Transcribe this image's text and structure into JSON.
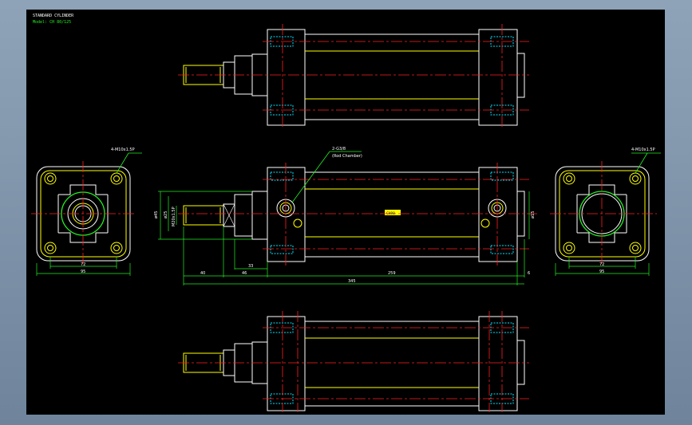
{
  "title_block": {
    "title": "STANDARD CYLINDER",
    "model": "Model: CH 80/125"
  },
  "labels": {
    "thread_left": "4-M10x1.5P",
    "thread_right": "4-M10x1.5P",
    "port": "2-G3/8",
    "port_note": "(Rod Chamber)",
    "rod_thread": "M20x1.5P",
    "center_tag": "CH80"
  },
  "dimensions": {
    "left_square_inner": "72",
    "left_square_outer": "95",
    "right_square_inner": "72",
    "right_square_outer": "95",
    "d_rod_end_40": "40",
    "d_rod_46": "46",
    "d_33": "33",
    "d_body_259": "259",
    "d_6": "6",
    "d_overall_345": "345",
    "d_flange_dia": "ø45",
    "d_rod_dia": "ø25",
    "d_port_dia": "ø15"
  },
  "colors": {
    "background": "#000000",
    "outline": "#ffffff",
    "body_line": "#ffff00",
    "center_line": "#ff2020",
    "dimension": "#22ee22",
    "hidden": "#00e5ff"
  }
}
